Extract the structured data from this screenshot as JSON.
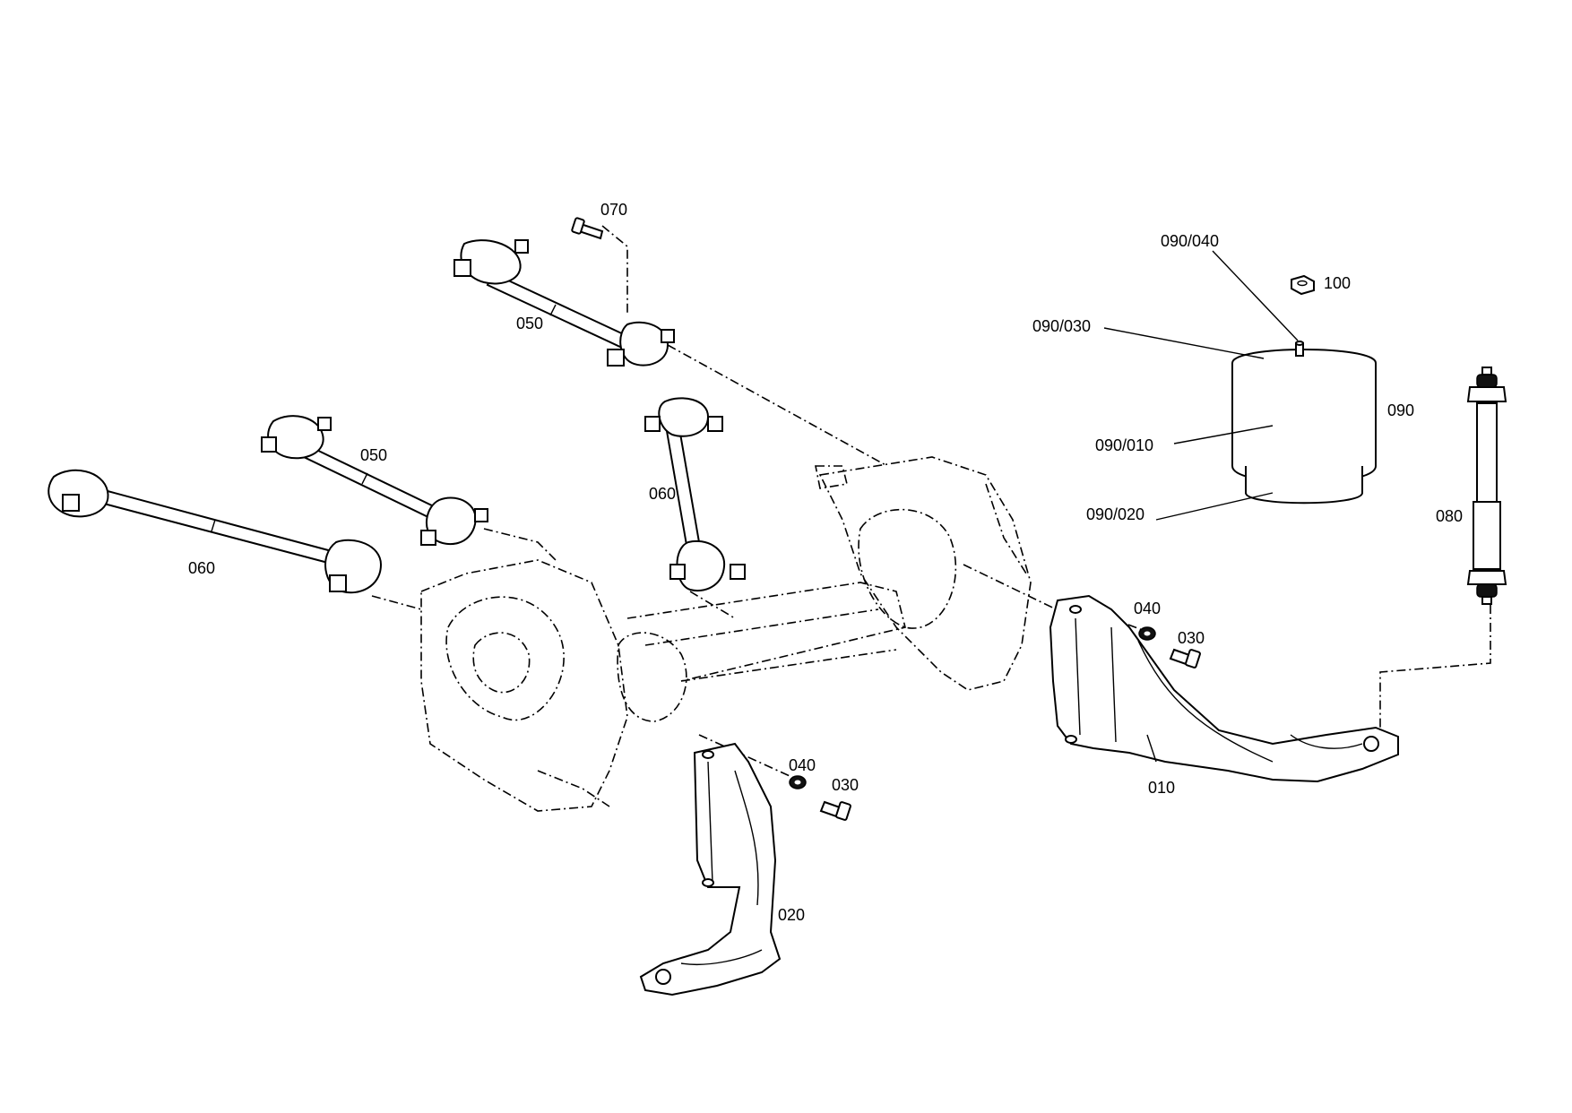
{
  "labels": {
    "p070": "070",
    "p050_top": "050",
    "p050_mid": "050",
    "p060_top": "060",
    "p060_left": "060",
    "p090_040": "090/040",
    "p100": "100",
    "p090_030": "090/030",
    "p090": "090",
    "p090_010": "090/010",
    "p090_020": "090/020",
    "p080": "080",
    "p040_right": "040",
    "p030_right": "030",
    "p010": "010",
    "p040_left": "040",
    "p030_left": "030",
    "p020": "020"
  }
}
